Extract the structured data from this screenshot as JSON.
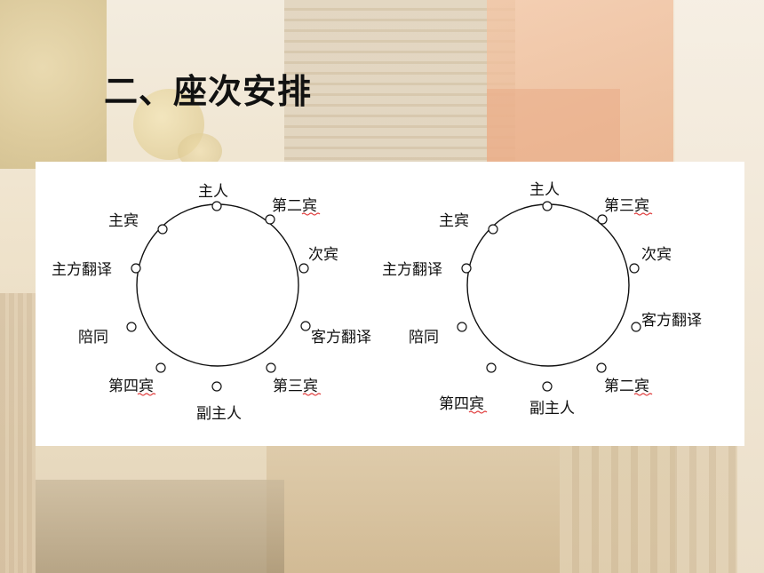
{
  "slide": {
    "title": "二、座次安排"
  },
  "diagrams": [
    {
      "seats": {
        "host": "主人",
        "second_guest_top": "第二宾",
        "next_guest": "次宾",
        "guest_translator": "客方翻译",
        "third_guest": "第三宾",
        "deputy_host": "副主人",
        "fourth_guest": "第四宾",
        "escort": "陪同",
        "host_translator": "主方翻译",
        "chief_guest": "主宾"
      }
    },
    {
      "seats": {
        "host": "主人",
        "third_guest_top": "第三宾",
        "next_guest": "次宾",
        "guest_translator": "客方翻译",
        "second_guest": "第二宾",
        "deputy_host": "副主人",
        "fourth_guest": "第四宾",
        "escort": "陪同",
        "host_translator": "主方翻译",
        "chief_guest": "主宾"
      }
    }
  ],
  "colors": {
    "panel_background": "#ffffff",
    "line": "#111111",
    "spellcheck_underline": "#e03a3a"
  }
}
